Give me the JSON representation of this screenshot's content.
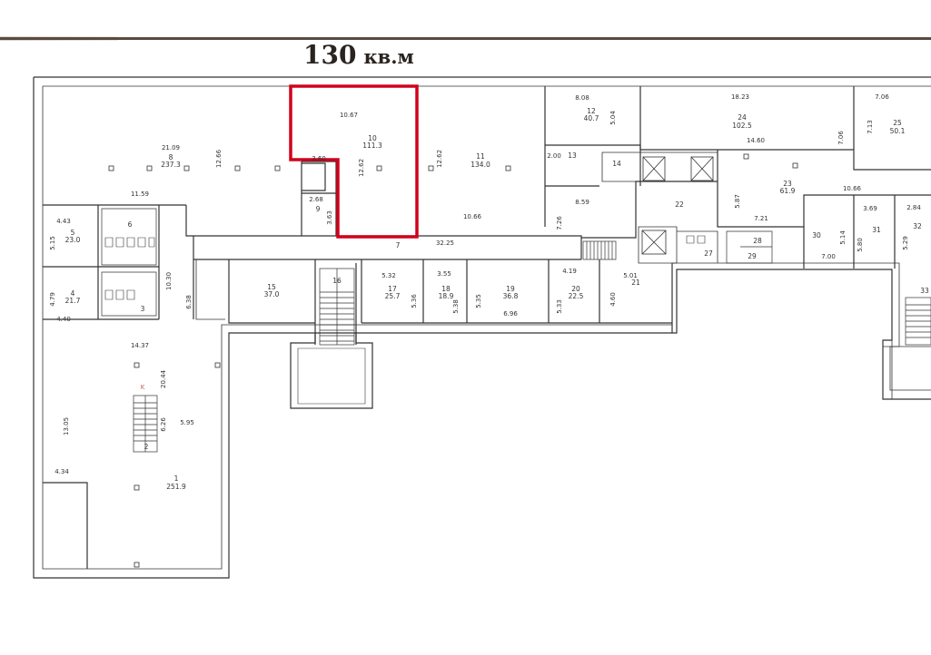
{
  "headline": {
    "value": "130",
    "unit": "кв.м"
  },
  "highlight_color": "#d0021b",
  "plan": {
    "labels": [
      {
        "id": "dim-10-top",
        "text": "10.67"
      },
      {
        "id": "room-10-num",
        "text": "10"
      },
      {
        "id": "room-10-area",
        "text": "111.3"
      },
      {
        "id": "dim-10-side",
        "text": "12.62"
      },
      {
        "id": "dim-10-small",
        "text": "3.60"
      },
      {
        "id": "dim-9-w",
        "text": "2.68"
      },
      {
        "id": "room-9-num",
        "text": "9"
      },
      {
        "id": "dim-9-h",
        "text": "3.63"
      },
      {
        "id": "room-8-dim",
        "text": "21.09"
      },
      {
        "id": "room-8-num",
        "text": "8"
      },
      {
        "id": "room-8-area",
        "text": "237.3"
      },
      {
        "id": "dim-8-side",
        "text": "12.66"
      },
      {
        "id": "dim-8-bottom",
        "text": "11.59"
      },
      {
        "id": "dim-11-side",
        "text": "12.62"
      },
      {
        "id": "room-11-num",
        "text": "11"
      },
      {
        "id": "room-11-area",
        "text": "134.0"
      },
      {
        "id": "dim-11-bottom",
        "text": "10.66"
      },
      {
        "id": "room-7-num",
        "text": "7"
      },
      {
        "id": "dim-7-len",
        "text": "32.25"
      },
      {
        "id": "dim-12-top",
        "text": "8.08"
      },
      {
        "id": "room-12-num",
        "text": "12"
      },
      {
        "id": "room-12-area",
        "text": "40.7"
      },
      {
        "id": "dim-12-side",
        "text": "5.04"
      },
      {
        "id": "dim-24-top",
        "text": "18.23"
      },
      {
        "id": "room-24-num",
        "text": "24"
      },
      {
        "id": "room-24-area",
        "text": "102.5"
      },
      {
        "id": "dim-24-bottom",
        "text": "14.60"
      },
      {
        "id": "dim-24-side",
        "text": "7.06"
      },
      {
        "id": "dim-25-top",
        "text": "7.06"
      },
      {
        "id": "dim-25-side",
        "text": "7.13"
      },
      {
        "id": "room-25-num",
        "text": "25"
      },
      {
        "id": "room-25-area",
        "text": "50.1"
      },
      {
        "id": "dim-13",
        "text": "2.00"
      },
      {
        "id": "room-13-num",
        "text": "13"
      },
      {
        "id": "room-14-num",
        "text": "14"
      },
      {
        "id": "dim-859",
        "text": "8.59"
      },
      {
        "id": "dim-726",
        "text": "7.26"
      },
      {
        "id": "room-22-num",
        "text": "22"
      },
      {
        "id": "dim-23-side",
        "text": "5.87"
      },
      {
        "id": "room-23-num",
        "text": "23"
      },
      {
        "id": "room-23-area",
        "text": "61.9"
      },
      {
        "id": "dim-23-bottom",
        "text": "7.21"
      },
      {
        "id": "dim-1066",
        "text": "10.66"
      },
      {
        "id": "dim-369",
        "text": "3.69"
      },
      {
        "id": "dim-284",
        "text": "2.84"
      },
      {
        "id": "room-30-num",
        "text": "30"
      },
      {
        "id": "dim-30-side",
        "text": "5.14"
      },
      {
        "id": "dim-30-bottom",
        "text": "7.00"
      },
      {
        "id": "dim-31-side",
        "text": "5.80"
      },
      {
        "id": "room-31-num",
        "text": "31"
      },
      {
        "id": "dim-32-side",
        "text": "5.29"
      },
      {
        "id": "room-32-num",
        "text": "32"
      },
      {
        "id": "room-28-num",
        "text": "28"
      },
      {
        "id": "room-29-num",
        "text": "29"
      },
      {
        "id": "room-27-num",
        "text": "27"
      },
      {
        "id": "room-33-num",
        "text": "33"
      },
      {
        "id": "dim-5-top",
        "text": "4.43"
      },
      {
        "id": "room-5-num",
        "text": "5"
      },
      {
        "id": "room-5-area",
        "text": "23.0"
      },
      {
        "id": "dim-5-side",
        "text": "5.15"
      },
      {
        "id": "room-6-num",
        "text": "6"
      },
      {
        "id": "dim-4-side",
        "text": "4.79"
      },
      {
        "id": "room-4-num",
        "text": "4"
      },
      {
        "id": "room-4-area",
        "text": "21.7"
      },
      {
        "id": "dim-4-bottom",
        "text": "4.40"
      },
      {
        "id": "dim-1030",
        "text": "10.30"
      },
      {
        "id": "room-3-num",
        "text": "3"
      },
      {
        "id": "dim-638",
        "text": "6.38"
      },
      {
        "id": "room-15-num",
        "text": "15"
      },
      {
        "id": "room-15-area",
        "text": "37.0"
      },
      {
        "id": "room-16-num",
        "text": "16"
      },
      {
        "id": "dim-17-top",
        "text": "5.32"
      },
      {
        "id": "room-17-num",
        "text": "17"
      },
      {
        "id": "room-17-area",
        "text": "25.7"
      },
      {
        "id": "dim-17-side",
        "text": "5.36"
      },
      {
        "id": "dim-18-top",
        "text": "3.55"
      },
      {
        "id": "room-18-num",
        "text": "18"
      },
      {
        "id": "room-18-area",
        "text": "18.9"
      },
      {
        "id": "dim-18-side",
        "text": "5.38"
      },
      {
        "id": "dim-19-side",
        "text": "5.35"
      },
      {
        "id": "room-19-num",
        "text": "19"
      },
      {
        "id": "room-19-area",
        "text": "36.8"
      },
      {
        "id": "dim-19-bottom",
        "text": "6.96"
      },
      {
        "id": "dim-20-top",
        "text": "4.19"
      },
      {
        "id": "dim-20-side",
        "text": "5.33"
      },
      {
        "id": "room-20-num",
        "text": "20"
      },
      {
        "id": "room-20-area",
        "text": "22.5"
      },
      {
        "id": "dim-21-top",
        "text": "5.01"
      },
      {
        "id": "dim-21-side",
        "text": "4.60"
      },
      {
        "id": "room-21-num",
        "text": "21"
      },
      {
        "id": "dim-1-top",
        "text": "14.37"
      },
      {
        "id": "dim-2044",
        "text": "20.44"
      },
      {
        "id": "mark-k",
        "text": "K"
      },
      {
        "id": "dim-1305",
        "text": "13.05"
      },
      {
        "id": "dim-626",
        "text": "6.26"
      },
      {
        "id": "dim-595",
        "text": "5.95"
      },
      {
        "id": "room-2-num",
        "text": "2"
      },
      {
        "id": "dim-434",
        "text": "4.34"
      },
      {
        "id": "room-1-num",
        "text": "1"
      },
      {
        "id": "room-1-area",
        "text": "251.9"
      }
    ]
  }
}
